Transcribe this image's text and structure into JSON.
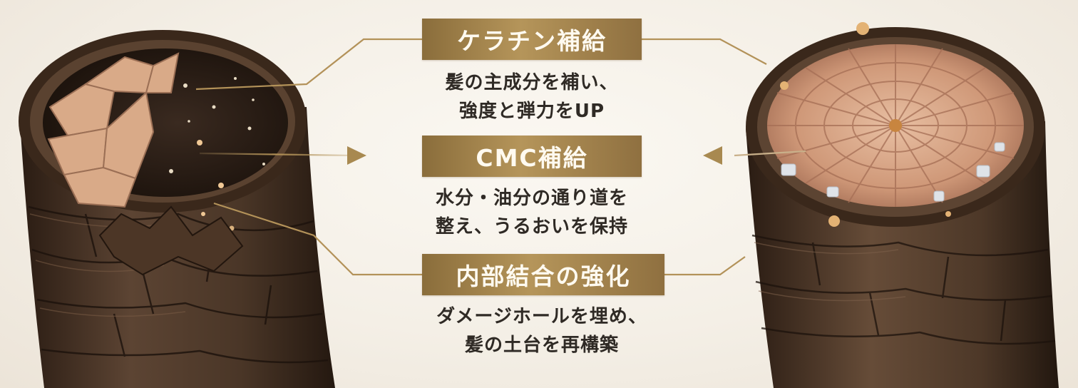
{
  "features": [
    {
      "title": "ケラチン補給",
      "lines": [
        "髪の主成分を補い、",
        "強度と弾力をUP"
      ]
    },
    {
      "title": "CMC補給",
      "lines": [
        "水分・油分の通り道を",
        "整え、うるおいを保持"
      ]
    },
    {
      "title": "内部結合の強化",
      "lines": [
        "ダメージホールを埋め、",
        "髪の土台を再構築"
      ]
    }
  ],
  "colors": {
    "gold": "#a4844c",
    "hair_dark": "#3b2a1e",
    "hair_mid": "#5a4331",
    "cortex": "#d8a98a"
  },
  "illustrations": {
    "left": "damaged-hair-cross-section",
    "right": "repaired-hair-cross-section"
  }
}
